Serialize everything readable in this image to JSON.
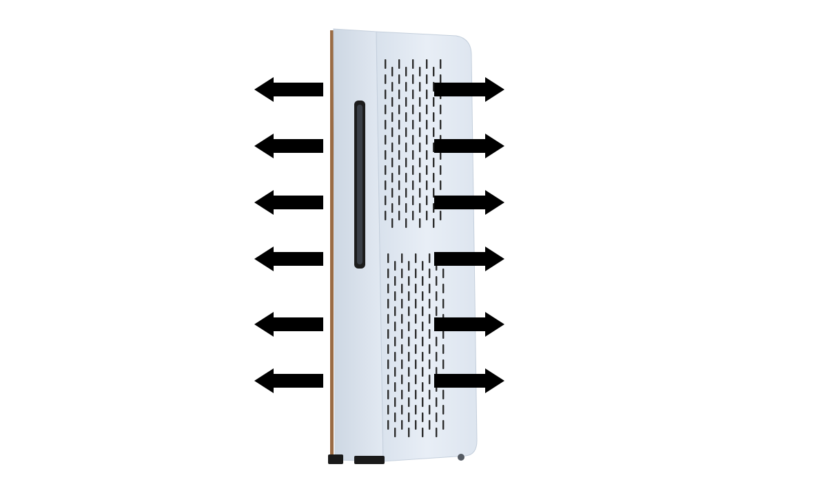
{
  "scene": {
    "subject": "air-purifier",
    "arrow_direction_left": "left",
    "arrow_direction_right": "right",
    "arrow_count_per_side": 6,
    "colors": {
      "background": "#ffffff",
      "body_panel": "#e4ebf4",
      "side_panel": "#d3dce8",
      "edge_accent": "#9a6b44",
      "handle": "#1c1c1c",
      "vent_slot": "#2b2b2b",
      "arrow": "#000000",
      "feet": "#1a1a1a"
    }
  }
}
